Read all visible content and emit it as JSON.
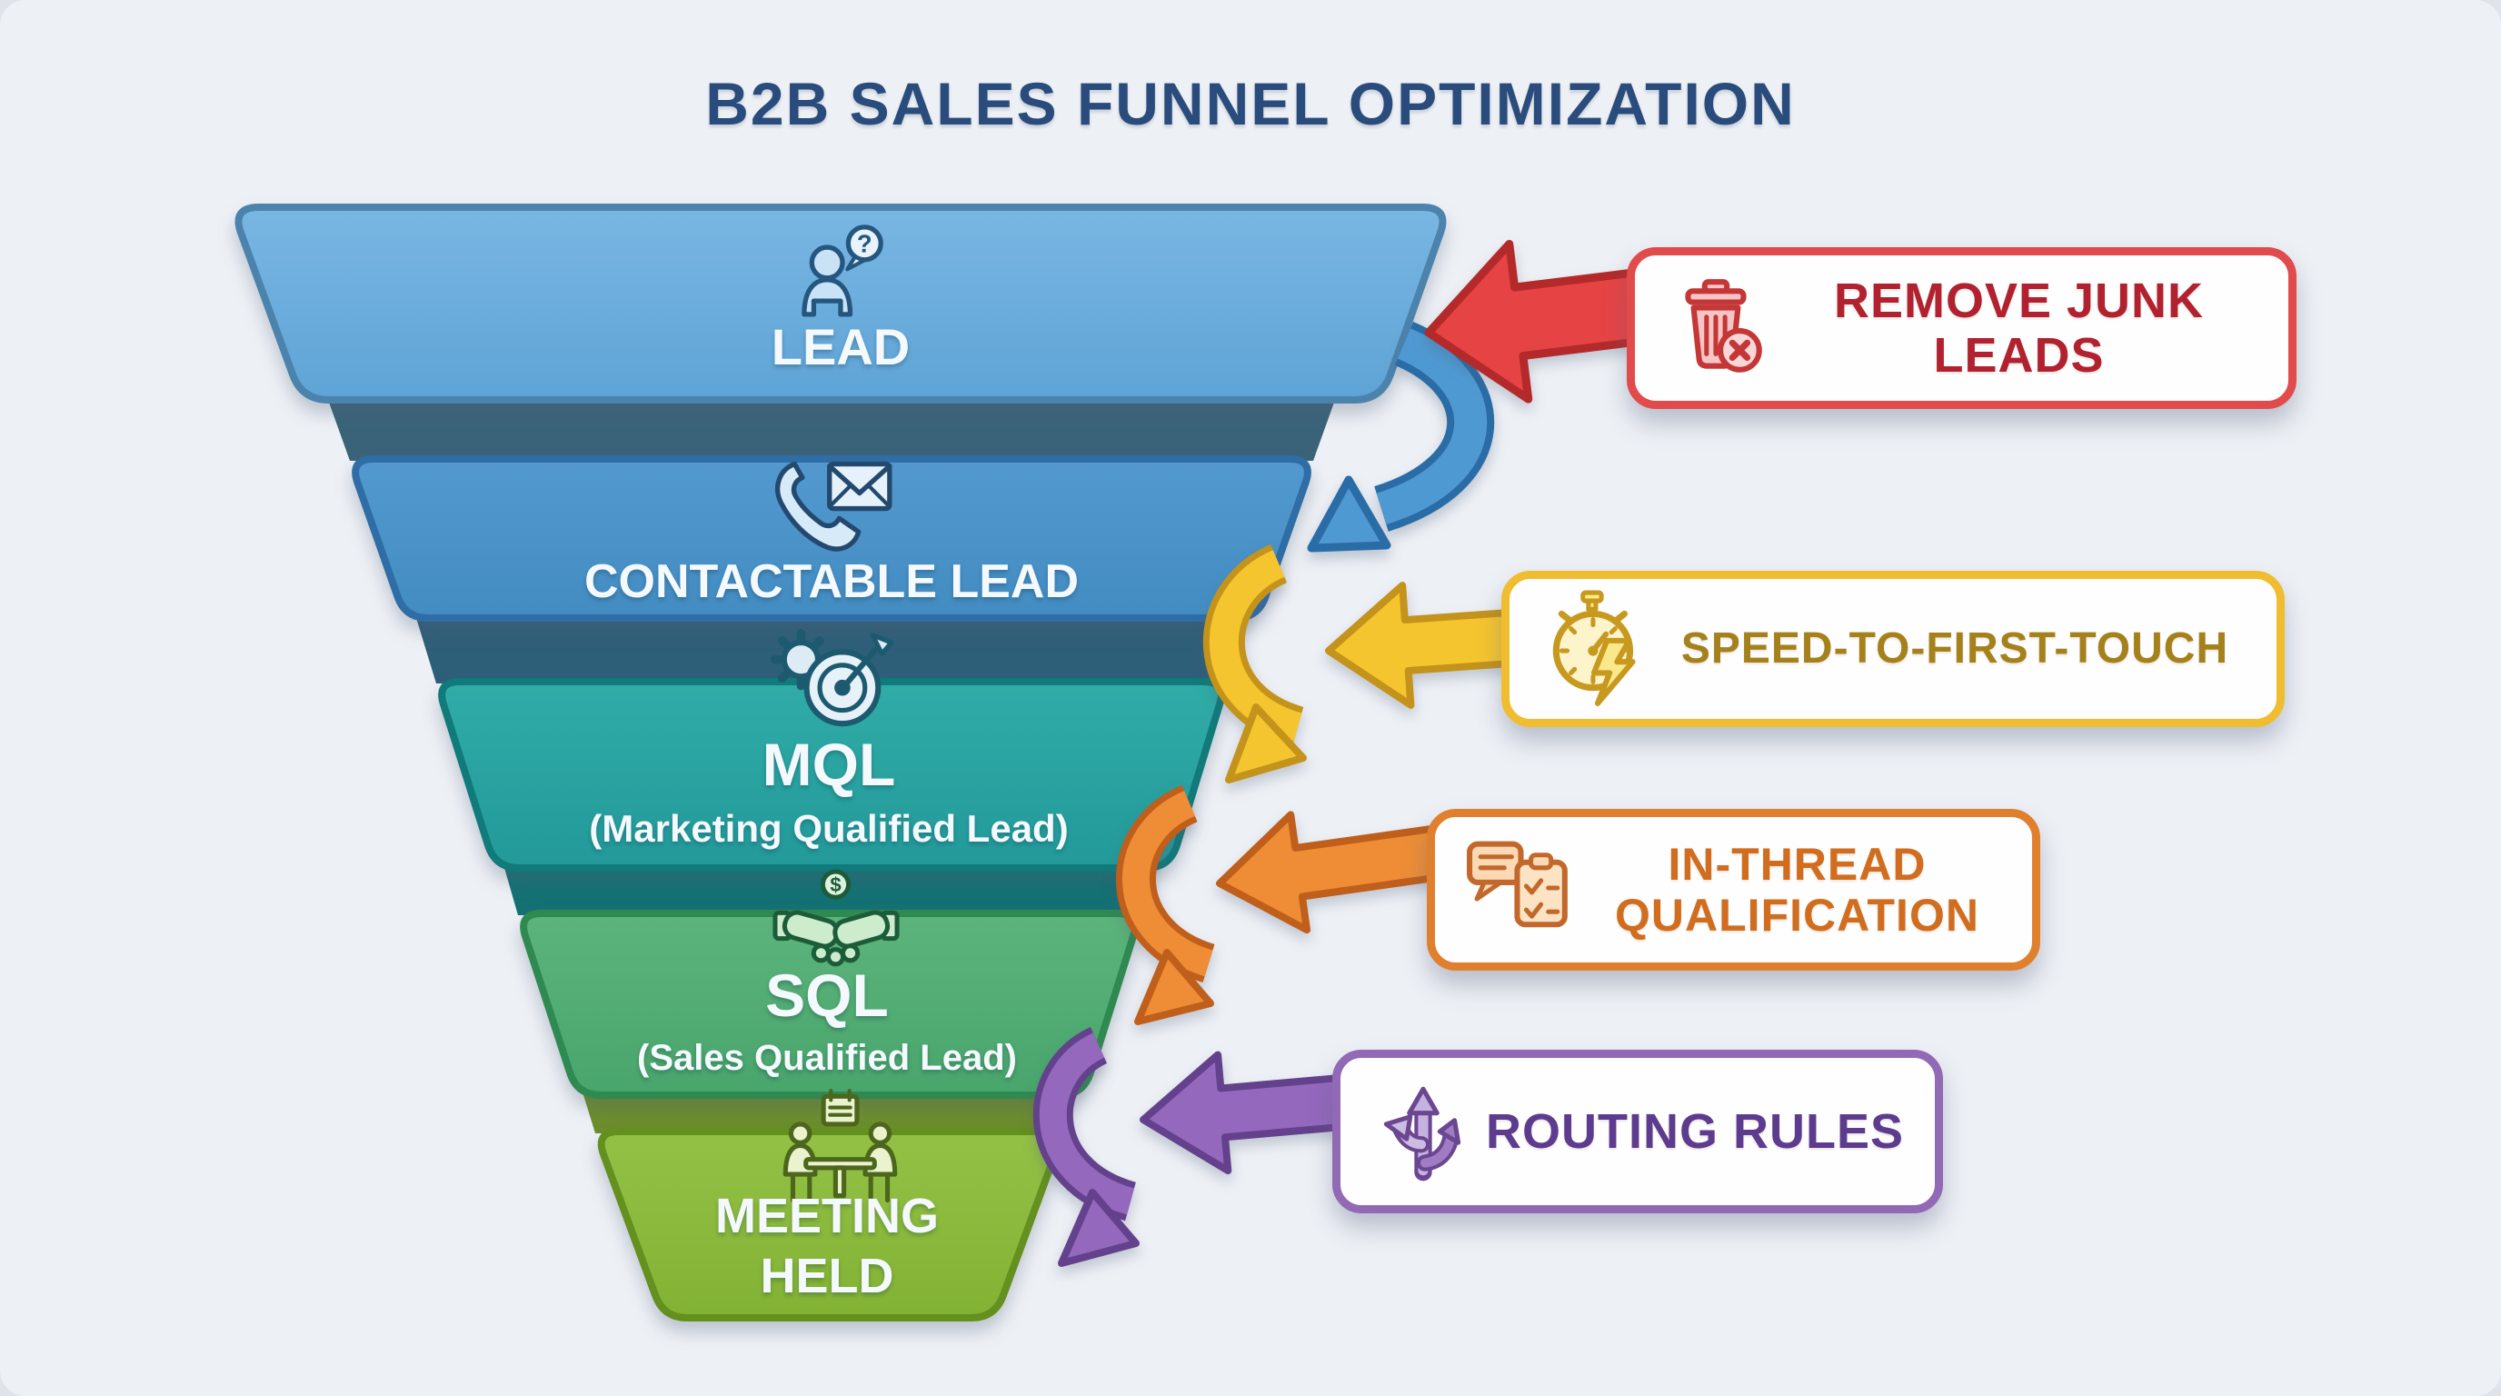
{
  "title": "B2B SALES FUNNEL OPTIMIZATION",
  "funnel": {
    "stages": [
      {
        "label": "LEAD",
        "sublabel": "",
        "fill": "#6db0de",
        "border": "#4b83ad",
        "icon": "person-question-icon"
      },
      {
        "label": "CONTACTABLE LEAD",
        "sublabel": "",
        "fill": "#4a92c8",
        "border": "#2f6da6",
        "icon": "phone-mail-icon"
      },
      {
        "label": "MQL",
        "sublabel": "(Marketing Qualified Lead)",
        "fill": "#2aa5a1",
        "border": "#117a7a",
        "icon": "gear-target-icon"
      },
      {
        "label": "SQL",
        "sublabel": "(Sales Qualified Lead)",
        "fill": "#52ad74",
        "border": "#2f8a52",
        "icon": "handshake-dollar-icon"
      },
      {
        "label": "MEETING HELD",
        "sublabel": "",
        "fill": "#8aba3d",
        "border": "#63901f",
        "icon": "meeting-table-icon"
      }
    ]
  },
  "callouts": [
    {
      "label": "REMOVE JUNK LEADS",
      "accent": "#e14b4b",
      "text_color": "#b2212f",
      "icon": "trash-delete-icon",
      "arrow": "straight-left"
    },
    {
      "label": "SPEED-TO-FIRST-TOUCH",
      "accent": "#f0bd30",
      "text_color": "#a5811c",
      "icon": "stopwatch-lightning-icon",
      "arrow": "straight-left-and-curve-down"
    },
    {
      "label": "IN-THREAD QUALIFICATION",
      "accent": "#e0802f",
      "text_color": "#d16d1f",
      "icon": "chat-checklist-icon",
      "arrow": "straight-left-and-curve-down"
    },
    {
      "label": "ROUTING RULES",
      "accent": "#9269b4",
      "text_color": "#5d3b8f",
      "icon": "route-split-icon",
      "arrow": "straight-left-and-curve-down"
    }
  ],
  "connectors": {
    "lead_to_contactable": {
      "color": "#4f99d2",
      "outline": "#2a6ca6",
      "shape": "curved-down-arrow"
    }
  },
  "palette": {
    "background": "#edf0f5",
    "title_color": "#2a4c7c",
    "stage_text": "#f4f9fd",
    "fold_colors": [
      "#3a6379",
      "#2e5f79",
      "#147173",
      "#6d8e2c"
    ]
  }
}
